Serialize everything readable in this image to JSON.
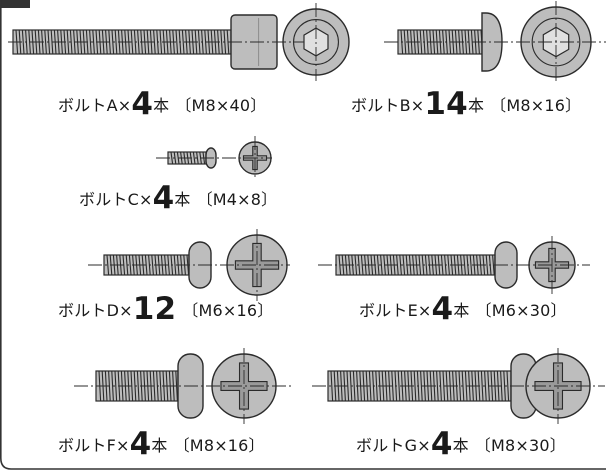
{
  "bolts": [
    {
      "id": "A",
      "name": "ボルトA×",
      "qty": "4",
      "unit": "本",
      "size": "〔M8×40〕",
      "head": "socket",
      "drive": "hex"
    },
    {
      "id": "B",
      "name": "ボルトB×",
      "qty": "14",
      "unit": "本",
      "size": "〔M8×16〕",
      "head": "button",
      "drive": "hex"
    },
    {
      "id": "C",
      "name": "ボルトC×",
      "qty": "4",
      "unit": "本",
      "size": "〔M4×8〕",
      "head": "pan",
      "drive": "phillips"
    },
    {
      "id": "D",
      "name": "ボルトD×",
      "qty": "12",
      "unit": "",
      "size": "〔M6×16〕",
      "head": "pan",
      "drive": "phillips"
    },
    {
      "id": "E",
      "name": "ボルトE×",
      "qty": "4",
      "unit": "本",
      "size": "〔M6×30〕",
      "head": "pan",
      "drive": "phillips"
    },
    {
      "id": "F",
      "name": "ボルトF×",
      "qty": "4",
      "unit": "本",
      "size": "〔M8×16〕",
      "head": "pan",
      "drive": "phillips"
    },
    {
      "id": "G",
      "name": "ボルトG×",
      "qty": "4",
      "unit": "本",
      "size": "〔M8×30〕",
      "head": "pan",
      "drive": "phillips"
    }
  ],
  "colors": {
    "metal": "#bdbdbd",
    "metal_dark": "#8c8c8c",
    "outline": "#2b2b2b",
    "frame": "#333333",
    "tab": "#333333"
  }
}
